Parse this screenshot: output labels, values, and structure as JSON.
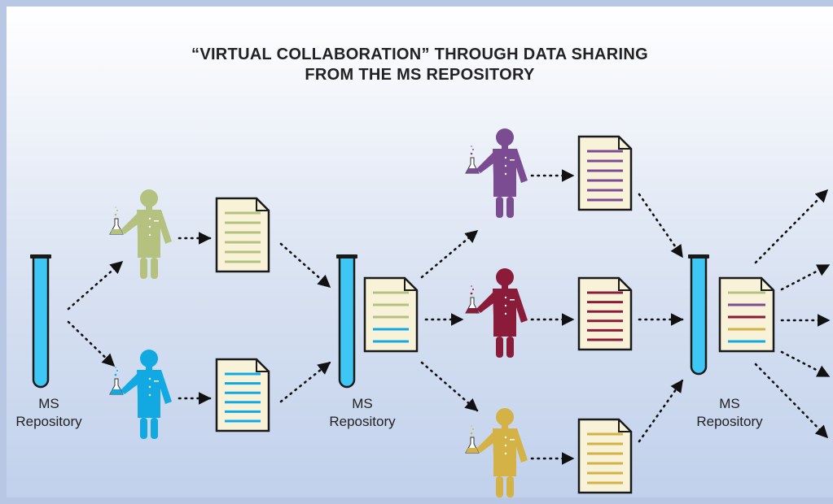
{
  "title": {
    "line1": "“VIRTUAL COLLABORATION” THROUGH DATA SHARING",
    "line2": "FROM THE MS REPOSITORY"
  },
  "repositories": [
    {
      "line1": "MS",
      "line2": "Repository"
    },
    {
      "line1": "MS",
      "line2": "Repository"
    },
    {
      "line1": "MS",
      "line2": "Repository"
    }
  ],
  "colors": {
    "tube": "#3ec7f4",
    "green": "#b5c27f",
    "blue": "#12a9e3",
    "purple": "#7b4c92",
    "maroon": "#8a1c3a",
    "gold": "#d4b246",
    "paper": "#f8f3d8"
  },
  "icons": [
    "test-tube-icon",
    "scientist-icon",
    "flask-icon",
    "document-icon",
    "dotted-arrow-icon"
  ]
}
